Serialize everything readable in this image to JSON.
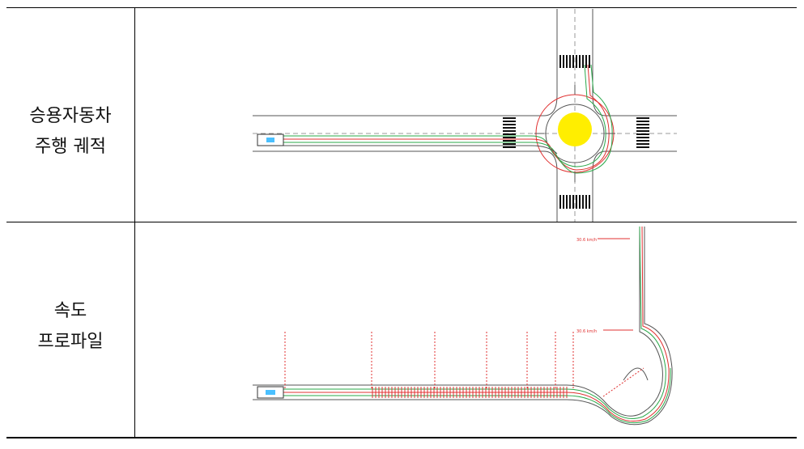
{
  "rows": [
    {
      "label_line1": "승용자동차",
      "label_line2": "주행 궤적"
    },
    {
      "label_line1": "속도",
      "label_line2": "프로파일"
    }
  ],
  "speed_labels": {
    "upper": "30.6 km/h",
    "middle": "30.6 km/h"
  },
  "colors": {
    "roundabout_island": "#ffee00",
    "trajectory_green": "#2aa84a",
    "trajectory_red": "#e03030",
    "road_line": "#555555"
  }
}
